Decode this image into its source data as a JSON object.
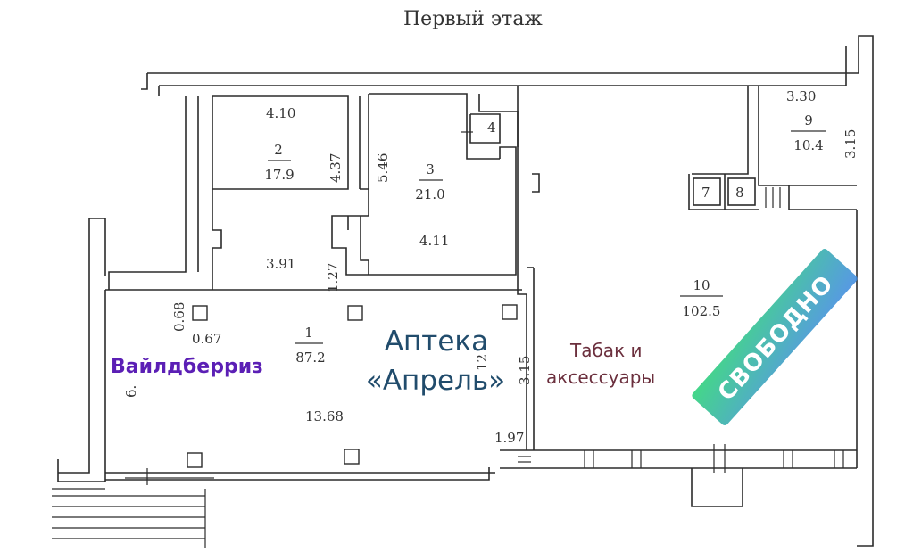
{
  "title": "Первый этаж",
  "rooms": {
    "r1": {
      "number": "1",
      "area": "87.2"
    },
    "r2": {
      "number": "2",
      "area": "17.9"
    },
    "r3": {
      "number": "3",
      "area": "21.0"
    },
    "r4": {
      "number": "4"
    },
    "r7": {
      "number": "7"
    },
    "r8": {
      "number": "8"
    },
    "r9": {
      "number": "9",
      "area": "10.4"
    },
    "r10": {
      "number": "10",
      "area": "102.5"
    }
  },
  "dimensions": {
    "d410": "4.10",
    "d437": "4.37",
    "d546": "5.46",
    "d411": "4.11",
    "d391": "3.91",
    "d127": "1.27",
    "d068": "0.68",
    "d067": "0.67",
    "d1368": "13.68",
    "d197": "1.97",
    "d330": "3.30",
    "d315": "3.15",
    "d315b": "3.15",
    "d12": "12",
    "d6": "6."
  },
  "tenants": {
    "apteka_line1": "Аптека",
    "apteka_line2": "«Апрель»",
    "tabak_line1": "Табак и",
    "tabak_line2": "аксессуары",
    "wildberries": "Вайлдберриз",
    "free": "СВОБОДНО"
  },
  "colors": {
    "apteka": "#214c6c",
    "tabak": "#6b2f3d",
    "wildberries": "#5b1fb5",
    "badge_start": "#2fd37a",
    "badge_end": "#3a86e0"
  }
}
